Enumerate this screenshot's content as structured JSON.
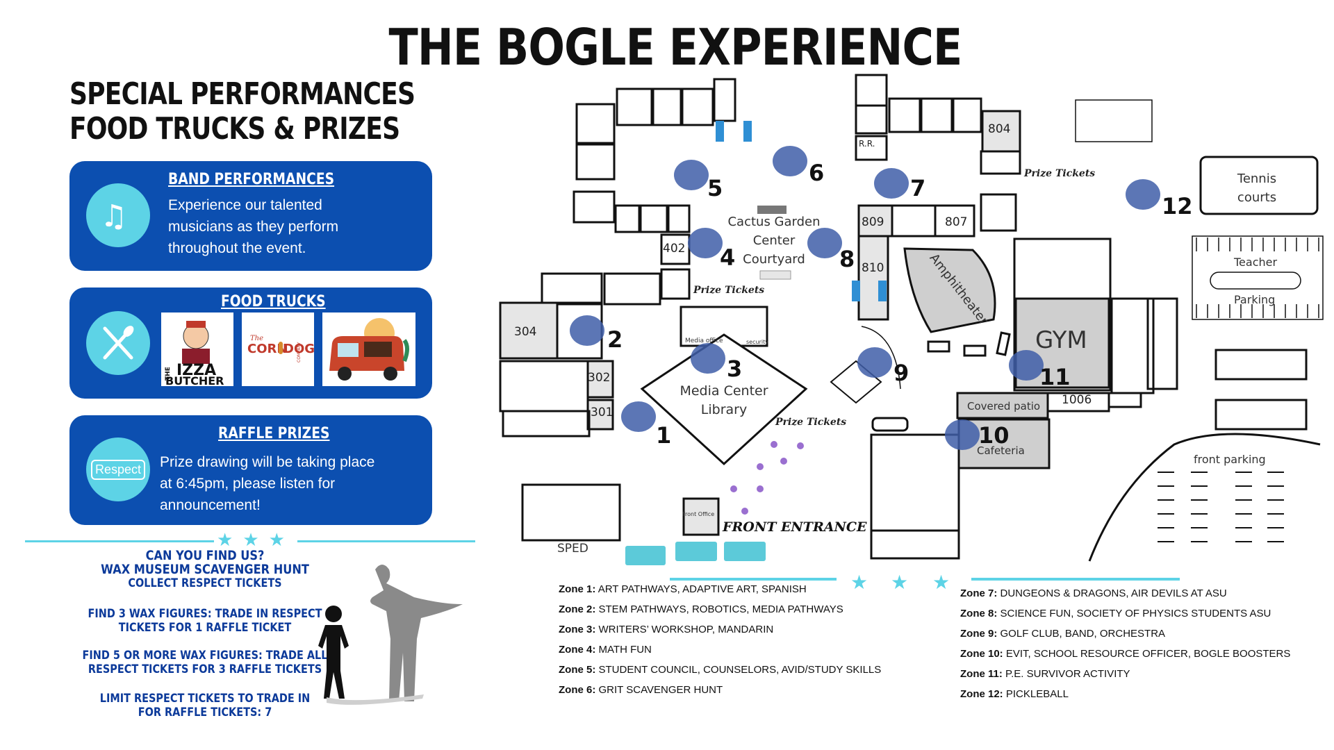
{
  "title": "THE BOGLE EXPERIENCE",
  "headline": [
    "SPECIAL PERFORMANCES",
    "FOOD TRUCKS & PRIZES"
  ],
  "cards": {
    "band": {
      "title": "BAND  PERFORMANCES",
      "text": [
        "Experience our talented",
        "musicians as they perform",
        "throughout the event."
      ],
      "icon": "music-notes-icon"
    },
    "food": {
      "title": "FOOD TRUCKS",
      "icon": "fork-knife-icon",
      "logos": [
        "THE PIZZA BUTCHER",
        "The CORN DOG COMPANY",
        "ice-cream-truck"
      ],
      "logo_text": {
        "pizza_the": "THE",
        "pizza_izza": "IZZA",
        "pizza_butcher": "BUTCHER",
        "corn_the": "The",
        "corn": "CORN",
        "dog": "DOG",
        "company": "COMPANY"
      }
    },
    "raffle": {
      "title": "RAFFLE PRIZES",
      "stamp": "Respect",
      "text": [
        "Prize drawing will be taking place",
        "at 6:45pm, please listen for",
        "announcement!"
      ]
    }
  },
  "hunt": {
    "lines1": [
      "CAN YOU FIND US?",
      "WAX MUSEUM SCAVENGER HUNT",
      "COLLECT RESPECT TICKETS"
    ],
    "lines2": [
      "FIND 3 WAX FIGURES: TRADE IN RESPECT",
      "TICKETS FOR 1 RAFFLE TICKET"
    ],
    "lines3": [
      "FIND 5 OR MORE WAX FIGURES: TRADE ALL",
      "RESPECT TICKETS FOR 3 RAFFLE TICKETS"
    ],
    "lines4": [
      "LIMIT  RESPECT TICKETS TO TRADE IN",
      "FOR RAFFLE TICKETS: 7"
    ]
  },
  "map": {
    "labels": {
      "cactus": [
        "Cactus Garden",
        "Center",
        "Courtyard"
      ],
      "media": [
        "Media Center",
        "Library"
      ],
      "media_office": "Media office",
      "security": "security",
      "amphitheater": "Amphitheater",
      "gym": "GYM",
      "covered_patio": "Covered patio",
      "cafeteria": "Cafeteria",
      "tennis": [
        "Tennis",
        "courts"
      ],
      "teacher": "Teacher",
      "parking": "Parking",
      "front_parking": "front parking",
      "front_office": "Front Office",
      "front_entrance": "FRONT ENTRANCE",
      "sped": "SPED",
      "rr": "R.R."
    },
    "rooms": {
      "r304": "304",
      "r302": "302",
      "r301": "301",
      "r402": "402",
      "r804": "804",
      "r809": "809",
      "r807": "807",
      "r810": "810",
      "r1006": "1006"
    },
    "zones": {
      "z1": "1",
      "z2": "2",
      "z3": "3",
      "z4": "4",
      "z5": "5",
      "z6": "6",
      "z7": "7",
      "z8": "8",
      "z9": "9",
      "z10": "10",
      "z11": "11",
      "z12": "12"
    },
    "prize_label": "Prize Tickets"
  },
  "legend": {
    "left": [
      {
        "zone": "Zone 1:",
        "text": "ART PATHWAYS, ADAPTIVE ART, SPANISH"
      },
      {
        "zone": "Zone 2:",
        "text": "STEM PATHWAYS, ROBOTICS, MEDIA PATHWAYS"
      },
      {
        "zone": "Zone 3:",
        "text": "WRITERS’ WORKSHOP, MANDARIN"
      },
      {
        "zone": "Zone 4:",
        "text": " MATH FUN"
      },
      {
        "zone": "Zone 5:",
        "text": " STUDENT COUNCIL, COUNSELORS, AVID/STUDY SKILLS"
      },
      {
        "zone": "Zone 6:",
        "text": "GRIT SCAVENGER HUNT"
      }
    ],
    "right": [
      {
        "zone": "Zone 7:",
        "text": " DUNGEONS & DRAGONS, AIR DEVILS  AT ASU"
      },
      {
        "zone": "Zone 8:",
        "text": "SCIENCE FUN, SOCIETY OF PHYSICS STUDENTS ASU"
      },
      {
        "zone": "Zone 9:",
        "text": " GOLF CLUB, BAND, ORCHESTRA"
      },
      {
        "zone": "Zone 10:",
        "text": "EVIT, SCHOOL RESOURCE OFFICER, BOGLE BOOSTERS"
      },
      {
        "zone": "Zone 11:",
        "text": " P.E. SURVIVOR ACTIVITY"
      },
      {
        "zone": "Zone 12:",
        "text": "PICKLEBALL"
      }
    ]
  },
  "colors": {
    "card_blue": "#0c4fb0",
    "accent_cyan": "#5dd3e6",
    "bulldog_blue": "#3f5ea8",
    "paw_purple": "#9a6fd0",
    "truck_teal": "#5ccad9"
  }
}
